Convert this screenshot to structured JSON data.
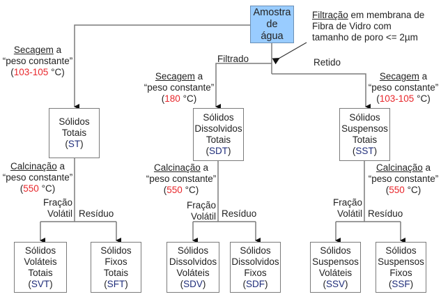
{
  "colors": {
    "sample_box_fill": "#99ccff",
    "temperature_red": "#e8262b",
    "abbreviation_blue": "#1f2d7a",
    "line_gray": "#7a7a7a"
  },
  "sample": {
    "lines": [
      "Amostra",
      "de",
      "água"
    ]
  },
  "filtration_note": {
    "underlined": "Filtração",
    "rest_line1": " em membrana de",
    "line2": "Fibra de Vidro com",
    "line3": "tamanho de poro <= 2µm"
  },
  "branch_labels": {
    "filtrado": "Filtrado",
    "retido": "Retido"
  },
  "drying": {
    "left": {
      "action": "Secagem",
      "suffix": " a",
      "line2": "“peso constante”",
      "open": "(",
      "temp": "103-105",
      "unit": " °C)"
    },
    "middle": {
      "action": "Secagem",
      "suffix": " a",
      "line2": "“peso constante”",
      "open": "(",
      "temp": "180",
      "unit": " °C)"
    },
    "right": {
      "action": "Secagem",
      "suffix": " a",
      "line2": "“peso constante”",
      "open": "(",
      "temp": "103-105",
      "unit": " °C)"
    }
  },
  "calcination": {
    "action": "Calcinação",
    "suffix": " a",
    "line2": "“peso constante”",
    "open": "(",
    "temp": "550",
    "unit": " °C)"
  },
  "fraction_labels": {
    "volatile_line1": "Fração",
    "volatile_line2": "Volátil",
    "residue": "Resíduo"
  },
  "mid_boxes": [
    {
      "lines": [
        "Sólidos",
        "Totais"
      ],
      "abbr": "ST"
    },
    {
      "lines": [
        "Sólidos",
        "Dissolvidos",
        "Totais"
      ],
      "abbr": "SDT"
    },
    {
      "lines": [
        "Sólidos",
        "Suspensos",
        "Totais"
      ],
      "abbr": "SST"
    }
  ],
  "bottom_boxes": [
    {
      "lines": [
        "Sólidos",
        "Voláteis",
        "Totais"
      ],
      "abbr": "SVT"
    },
    {
      "lines": [
        "Sólidos",
        "Fixos",
        "Totais"
      ],
      "abbr": "SFT"
    },
    {
      "lines": [
        "Sólidos",
        "Dissolvidos",
        "Voláteis"
      ],
      "abbr": "SDV"
    },
    {
      "lines": [
        "Sólidos",
        "Dissolvidos",
        "Fixos"
      ],
      "abbr": "SDF"
    },
    {
      "lines": [
        "Sólidos",
        "Suspensos",
        "Voláteis"
      ],
      "abbr": "SSV"
    },
    {
      "lines": [
        "Sólidos",
        "Suspensos",
        "Fixos"
      ],
      "abbr": "SSF"
    }
  ]
}
